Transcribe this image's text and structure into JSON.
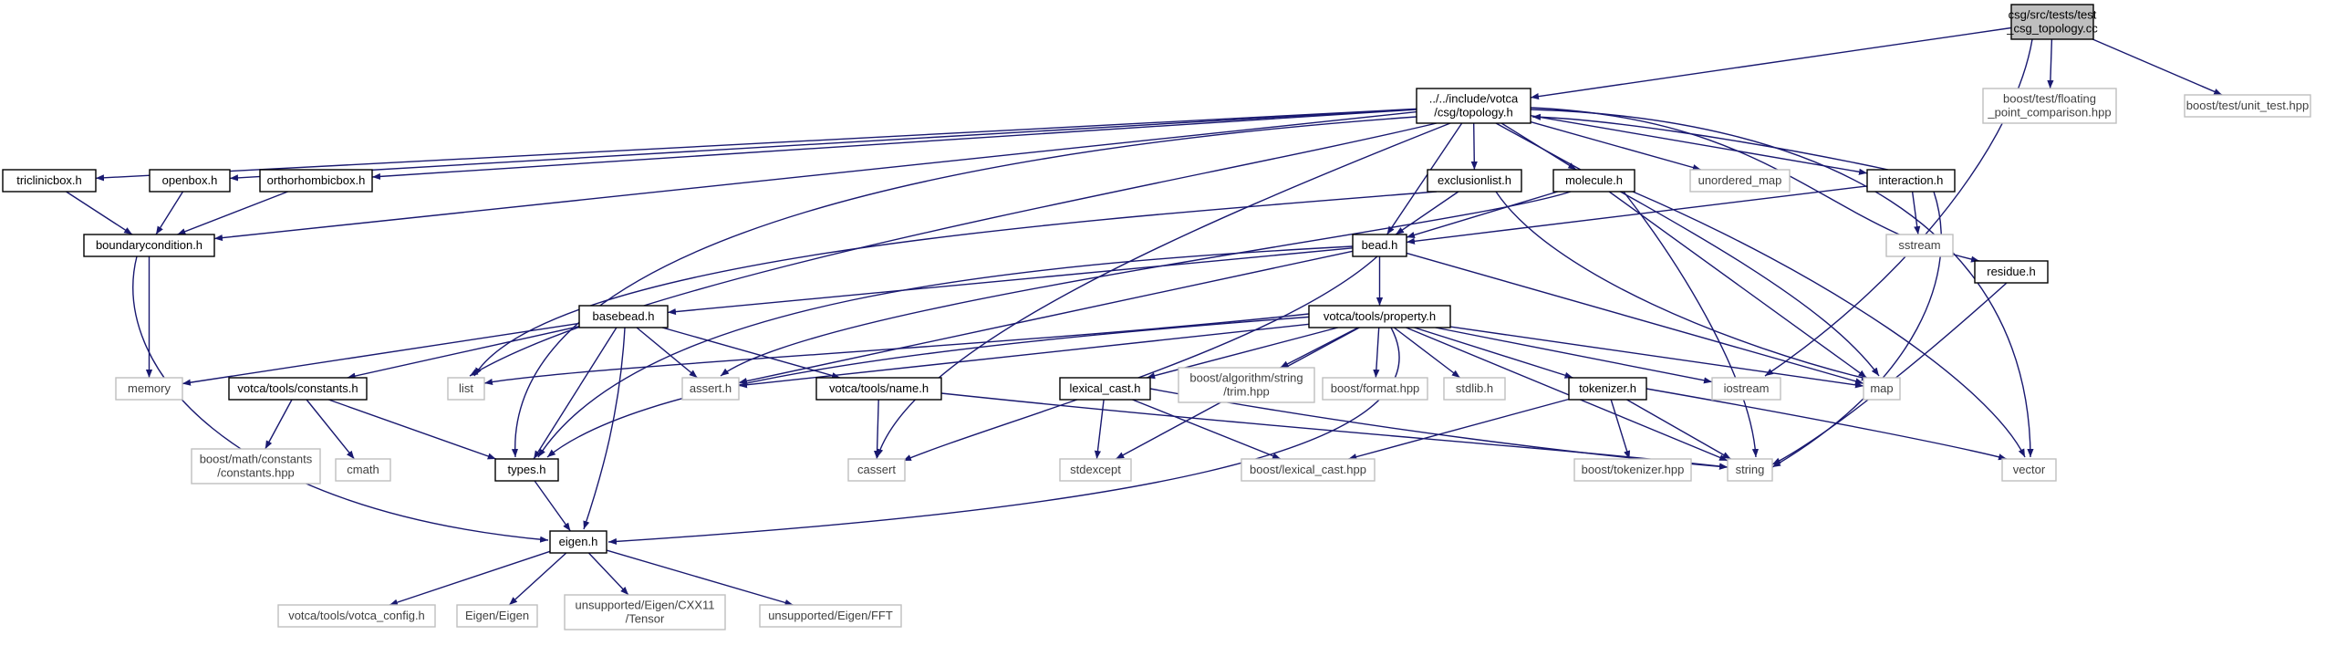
{
  "nodes": [
    {
      "id": "main",
      "kind": "main",
      "lines": [
        "csg/src/tests/test",
        "_csg_topology.cc"
      ]
    },
    {
      "id": "topology",
      "kind": "local",
      "lines": [
        "../../include/votca",
        "/csg/topology.h"
      ]
    },
    {
      "id": "floatcmp",
      "kind": "ext",
      "lines": [
        "boost/test/floating",
        "_point_comparison.hpp"
      ]
    },
    {
      "id": "unittest",
      "kind": "ext",
      "lines": [
        "boost/test/unit_test.hpp"
      ]
    },
    {
      "id": "triclinicbox",
      "kind": "local",
      "lines": [
        "triclinicbox.h"
      ]
    },
    {
      "id": "openbox",
      "kind": "local",
      "lines": [
        "openbox.h"
      ]
    },
    {
      "id": "orthorhombicbox",
      "kind": "local",
      "lines": [
        "orthorhombicbox.h"
      ]
    },
    {
      "id": "exclusionlist",
      "kind": "local",
      "lines": [
        "exclusionlist.h"
      ]
    },
    {
      "id": "molecule",
      "kind": "local",
      "lines": [
        "molecule.h"
      ]
    },
    {
      "id": "unordered_map",
      "kind": "ext",
      "lines": [
        "unordered_map"
      ]
    },
    {
      "id": "interaction",
      "kind": "local",
      "lines": [
        "interaction.h"
      ]
    },
    {
      "id": "boundarycondition",
      "kind": "local",
      "lines": [
        "boundarycondition.h"
      ]
    },
    {
      "id": "bead",
      "kind": "local",
      "lines": [
        "bead.h"
      ]
    },
    {
      "id": "sstream",
      "kind": "ext",
      "lines": [
        "sstream"
      ]
    },
    {
      "id": "residue",
      "kind": "local",
      "lines": [
        "residue.h"
      ]
    },
    {
      "id": "basebead",
      "kind": "local",
      "lines": [
        "basebead.h"
      ]
    },
    {
      "id": "property",
      "kind": "local",
      "lines": [
        "votca/tools/property.h"
      ]
    },
    {
      "id": "memory",
      "kind": "ext",
      "lines": [
        "memory"
      ]
    },
    {
      "id": "constants",
      "kind": "local",
      "lines": [
        "votca/tools/constants.h"
      ]
    },
    {
      "id": "list",
      "kind": "ext",
      "lines": [
        "list"
      ]
    },
    {
      "id": "assert",
      "kind": "ext",
      "lines": [
        "assert.h"
      ]
    },
    {
      "id": "name",
      "kind": "local",
      "lines": [
        "votca/tools/name.h"
      ]
    },
    {
      "id": "lexical_cast",
      "kind": "local",
      "lines": [
        "lexical_cast.h"
      ]
    },
    {
      "id": "trim",
      "kind": "ext",
      "lines": [
        "boost/algorithm/string",
        "/trim.hpp"
      ]
    },
    {
      "id": "format",
      "kind": "ext",
      "lines": [
        "boost/format.hpp"
      ]
    },
    {
      "id": "stdlib",
      "kind": "ext",
      "lines": [
        "stdlib.h"
      ]
    },
    {
      "id": "tokenizer",
      "kind": "local",
      "lines": [
        "tokenizer.h"
      ]
    },
    {
      "id": "iostream",
      "kind": "ext",
      "lines": [
        "iostream"
      ]
    },
    {
      "id": "map",
      "kind": "ext",
      "lines": [
        "map"
      ]
    },
    {
      "id": "boostconstants",
      "kind": "ext",
      "lines": [
        "boost/math/constants",
        "/constants.hpp"
      ]
    },
    {
      "id": "cmath",
      "kind": "ext",
      "lines": [
        "cmath"
      ]
    },
    {
      "id": "types",
      "kind": "local",
      "lines": [
        "types.h"
      ]
    },
    {
      "id": "cassert",
      "kind": "ext",
      "lines": [
        "cassert"
      ]
    },
    {
      "id": "stdexcept",
      "kind": "ext",
      "lines": [
        "stdexcept"
      ]
    },
    {
      "id": "boostlexical",
      "kind": "ext",
      "lines": [
        "boost/lexical_cast.hpp"
      ]
    },
    {
      "id": "boosttokenizer",
      "kind": "ext",
      "lines": [
        "boost/tokenizer.hpp"
      ]
    },
    {
      "id": "string",
      "kind": "ext",
      "lines": [
        "string"
      ]
    },
    {
      "id": "vector",
      "kind": "ext",
      "lines": [
        "vector"
      ]
    },
    {
      "id": "eigen",
      "kind": "local",
      "lines": [
        "eigen.h"
      ]
    },
    {
      "id": "votca_config",
      "kind": "ext",
      "lines": [
        "votca/tools/votca_config.h"
      ]
    },
    {
      "id": "eigen_eigen",
      "kind": "ext",
      "lines": [
        "Eigen/Eigen"
      ]
    },
    {
      "id": "tensor",
      "kind": "ext",
      "lines": [
        "unsupported/Eigen/CXX11",
        "/Tensor"
      ]
    },
    {
      "id": "fft",
      "kind": "ext",
      "lines": [
        "unsupported/Eigen/FFT"
      ]
    }
  ],
  "edges": [
    [
      "main",
      "topology"
    ],
    [
      "main",
      "floatcmp"
    ],
    [
      "main",
      "unittest"
    ],
    [
      "main",
      "iostream"
    ],
    [
      "topology",
      "triclinicbox"
    ],
    [
      "topology",
      "openbox"
    ],
    [
      "topology",
      "orthorhombicbox"
    ],
    [
      "topology",
      "boundarycondition"
    ],
    [
      "topology",
      "exclusionlist"
    ],
    [
      "topology",
      "molecule"
    ],
    [
      "topology",
      "unordered_map"
    ],
    [
      "topology",
      "interaction"
    ],
    [
      "topology",
      "residue"
    ],
    [
      "topology",
      "bead"
    ],
    [
      "topology",
      "list"
    ],
    [
      "topology",
      "types"
    ],
    [
      "topology",
      "cassert"
    ],
    [
      "topology",
      "map"
    ],
    [
      "topology",
      "vector"
    ],
    [
      "triclinicbox",
      "boundarycondition"
    ],
    [
      "openbox",
      "boundarycondition"
    ],
    [
      "orthorhombicbox",
      "boundarycondition"
    ],
    [
      "boundarycondition",
      "memory"
    ],
    [
      "boundarycondition",
      "eigen"
    ],
    [
      "exclusionlist",
      "bead"
    ],
    [
      "exclusionlist",
      "list"
    ],
    [
      "exclusionlist",
      "map"
    ],
    [
      "molecule",
      "bead"
    ],
    [
      "molecule",
      "assert"
    ],
    [
      "molecule",
      "map"
    ],
    [
      "molecule",
      "string"
    ],
    [
      "molecule",
      "vector"
    ],
    [
      "interaction",
      "topology"
    ],
    [
      "interaction",
      "bead"
    ],
    [
      "interaction",
      "sstream"
    ],
    [
      "interaction",
      "string"
    ],
    [
      "residue",
      "string"
    ],
    [
      "bead",
      "basebead"
    ],
    [
      "bead",
      "property"
    ],
    [
      "bead",
      "assert"
    ],
    [
      "bead",
      "types"
    ],
    [
      "bead",
      "cassert"
    ],
    [
      "bead",
      "map"
    ],
    [
      "basebead",
      "memory"
    ],
    [
      "basebead",
      "constants"
    ],
    [
      "basebead",
      "assert"
    ],
    [
      "basebead",
      "name"
    ],
    [
      "basebead",
      "types"
    ],
    [
      "basebead",
      "eigen"
    ],
    [
      "property",
      "list"
    ],
    [
      "property",
      "assert"
    ],
    [
      "property",
      "lexical_cast"
    ],
    [
      "property",
      "trim"
    ],
    [
      "property",
      "format"
    ],
    [
      "property",
      "stdlib"
    ],
    [
      "property",
      "tokenizer"
    ],
    [
      "property",
      "iostream"
    ],
    [
      "property",
      "map"
    ],
    [
      "property",
      "types"
    ],
    [
      "property",
      "stdexcept"
    ],
    [
      "property",
      "string"
    ],
    [
      "property",
      "eigen"
    ],
    [
      "constants",
      "boostconstants"
    ],
    [
      "constants",
      "cmath"
    ],
    [
      "constants",
      "types"
    ],
    [
      "name",
      "cassert"
    ],
    [
      "name",
      "string"
    ],
    [
      "lexical_cast",
      "stdexcept"
    ],
    [
      "lexical_cast",
      "boostlexical"
    ],
    [
      "lexical_cast",
      "string"
    ],
    [
      "tokenizer",
      "boostlexical"
    ],
    [
      "tokenizer",
      "boosttokenizer"
    ],
    [
      "tokenizer",
      "string"
    ],
    [
      "tokenizer",
      "vector"
    ],
    [
      "types",
      "eigen"
    ],
    [
      "eigen",
      "votca_config"
    ],
    [
      "eigen",
      "eigen_eigen"
    ],
    [
      "eigen",
      "tensor"
    ],
    [
      "eigen",
      "fft"
    ]
  ]
}
